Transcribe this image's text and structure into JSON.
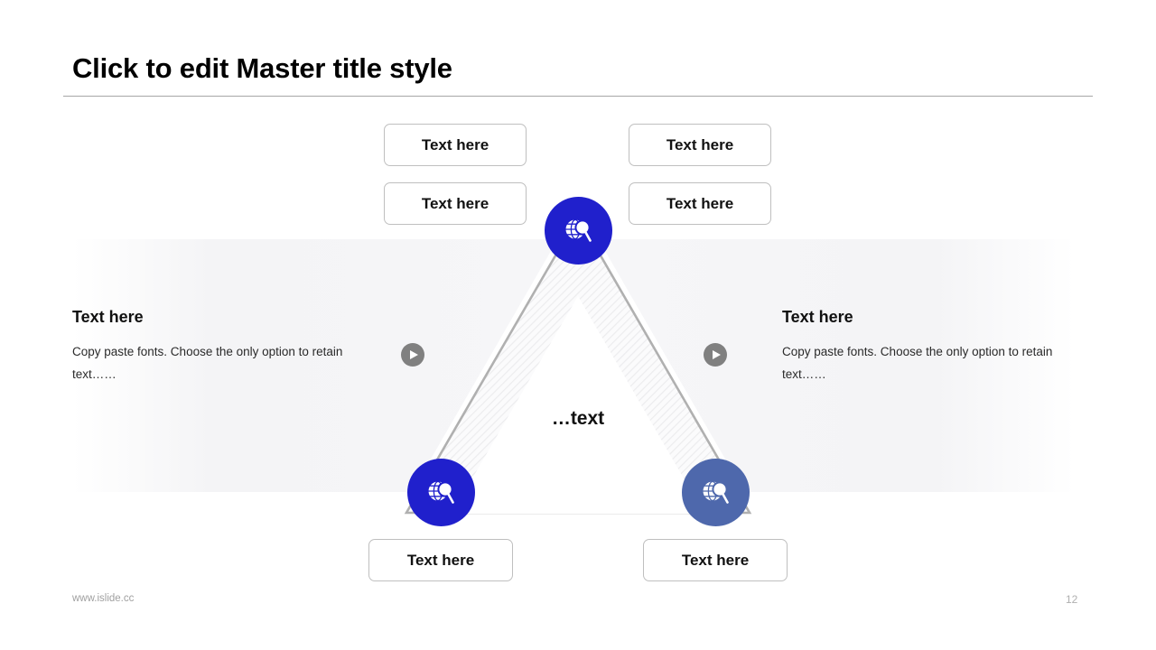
{
  "slide": {
    "title": "Click to edit Master title style",
    "page_number": "12",
    "footer_url": "www.islide.cc"
  },
  "colors": {
    "accent_bright": "#2020cc",
    "accent_muted": "#4e68ac",
    "stroke_gray": "#b0b0b0",
    "band_gray": "#f4f4f6",
    "play_gray": "#808080",
    "rule_gray": "#a6a6a6"
  },
  "callout_boxes": [
    {
      "id": "top-left",
      "label": "Text here"
    },
    {
      "id": "top-right",
      "label": "Text here"
    },
    {
      "id": "middle-left",
      "label": "Text here"
    },
    {
      "id": "middle-right",
      "label": "Text here"
    },
    {
      "id": "bottom-left",
      "label": "Text here"
    },
    {
      "id": "bottom-right",
      "label": "Text here"
    }
  ],
  "side_blocks": [
    {
      "id": "left",
      "heading": "Text here",
      "body": "Copy paste fonts. Choose the only option to retain text……"
    },
    {
      "id": "right",
      "heading": "Text here",
      "body": "Copy paste fonts. Choose the only option to retain text……"
    }
  ],
  "center": {
    "label": "…text"
  },
  "nodes": [
    {
      "id": "top",
      "icon": "globe-search-icon",
      "color": "#2020cc"
    },
    {
      "id": "bottom-left",
      "icon": "globe-search-icon",
      "color": "#2020cc"
    },
    {
      "id": "bottom-right",
      "icon": "globe-search-icon",
      "color": "#4e68ac"
    }
  ],
  "play_buttons": [
    {
      "id": "left",
      "icon": "play-icon"
    },
    {
      "id": "right",
      "icon": "play-icon"
    }
  ]
}
